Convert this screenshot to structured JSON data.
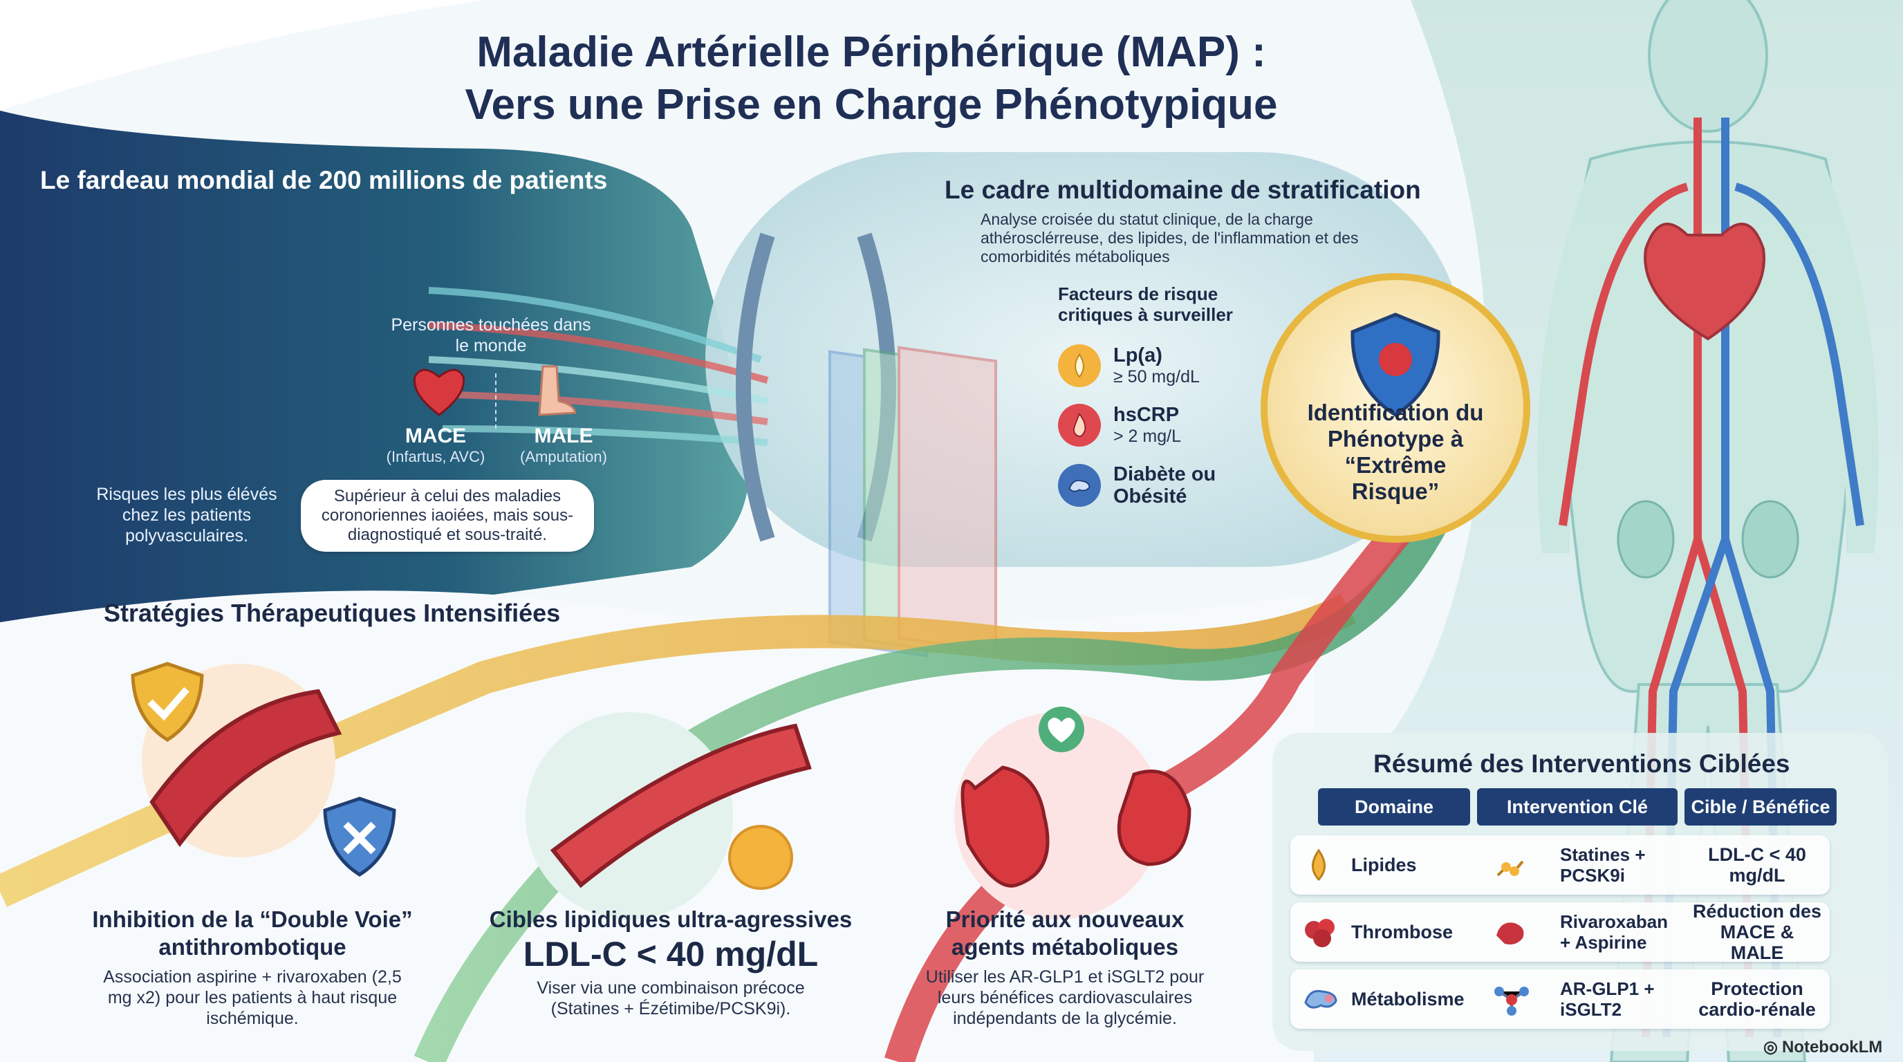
{
  "title": {
    "line1": "Maladie Artérielle Périphérique (MAP) :",
    "line2": "Vers une Prise en Charge Phénotypique"
  },
  "burden": {
    "heading": "Le fardeau mondial de 200 millions de patients",
    "people_label": "Personnes touchées dans le monde",
    "mace": {
      "label": "MACE",
      "sub": "(Infartus, AVC)"
    },
    "male": {
      "label": "MALE",
      "sub": "(Amputation)"
    },
    "risk_text": "Risques les plus élévés chez les patients polyvasculaires.",
    "bubble_text": "Supérieur à celui des maladies coronoriennes iaoiées, mais sous-diagnostiqué et sous-traité."
  },
  "framework": {
    "heading": "Le cadre multidomaine de stratification",
    "subtitle": "Analyse croisée du statut clinique, de la charge athérosclérreuse, des lipides, de l'inflammation et des comorbidités métaboliques",
    "factors_title": "Facteurs de risque critiques à surveiller",
    "factors": [
      {
        "name": "Lp(a)",
        "value": "≥ 50 mg/dL",
        "icon": "drop-icon"
      },
      {
        "name": "hsCRP",
        "value": "> 2 mg/L",
        "icon": "flame-icon"
      },
      {
        "name": "Diabète ou Obésité",
        "value": "",
        "icon": "pancreas-icon"
      }
    ],
    "phenotype": "Identification du Phénotype à “Extrême Risque”"
  },
  "strategies": {
    "heading": "Stratégies Thérapeutiques Intensifiées",
    "items": [
      {
        "title": "Inhibition de la “Double Voie” antithrombotique",
        "highlight": "",
        "body": "Association aspirine + rivaroxaben (2,5 mg x2) pour les patients à haut risque ischémique."
      },
      {
        "title": "Cibles lipidiques ultra-agressives",
        "highlight": "LDL-C < 40 mg/dL",
        "body": "Viser via une combinaison précoce (Statines + Ézétimibe/PCSK9i)."
      },
      {
        "title": "Priorité aux nouveaux agents métaboliques",
        "highlight": "",
        "body": "Utiliser les AR-GLP1 et iSGLT2 pour leurs bénéfices cardiovasculaires indépendants de la glycémie."
      }
    ]
  },
  "summary": {
    "heading": "Résumé des Interventions Ciblées",
    "columns": [
      "Domaine",
      "Intervention Clé",
      "Cible / Bénéfice"
    ],
    "rows": [
      {
        "domain": "Lipides",
        "intervention": "Statines + PCSK9i",
        "target": "LDL-C < 40 mg/dL"
      },
      {
        "domain": "Thrombose",
        "intervention": "Rivaroxaban + Aspirine",
        "target": "Réduction des MACE & MALE"
      },
      {
        "domain": "Métabolisme",
        "intervention": "AR-GLP1 + iSGLT2",
        "target": "Protection cardio-rénale"
      }
    ]
  },
  "brand": "NotebookLM",
  "colors": {
    "navy": "#1f3f74",
    "teal": "#2e7f8f",
    "artery_red": "#d8393f",
    "vein_blue": "#2f6fc4",
    "gold": "#e3a92c"
  }
}
